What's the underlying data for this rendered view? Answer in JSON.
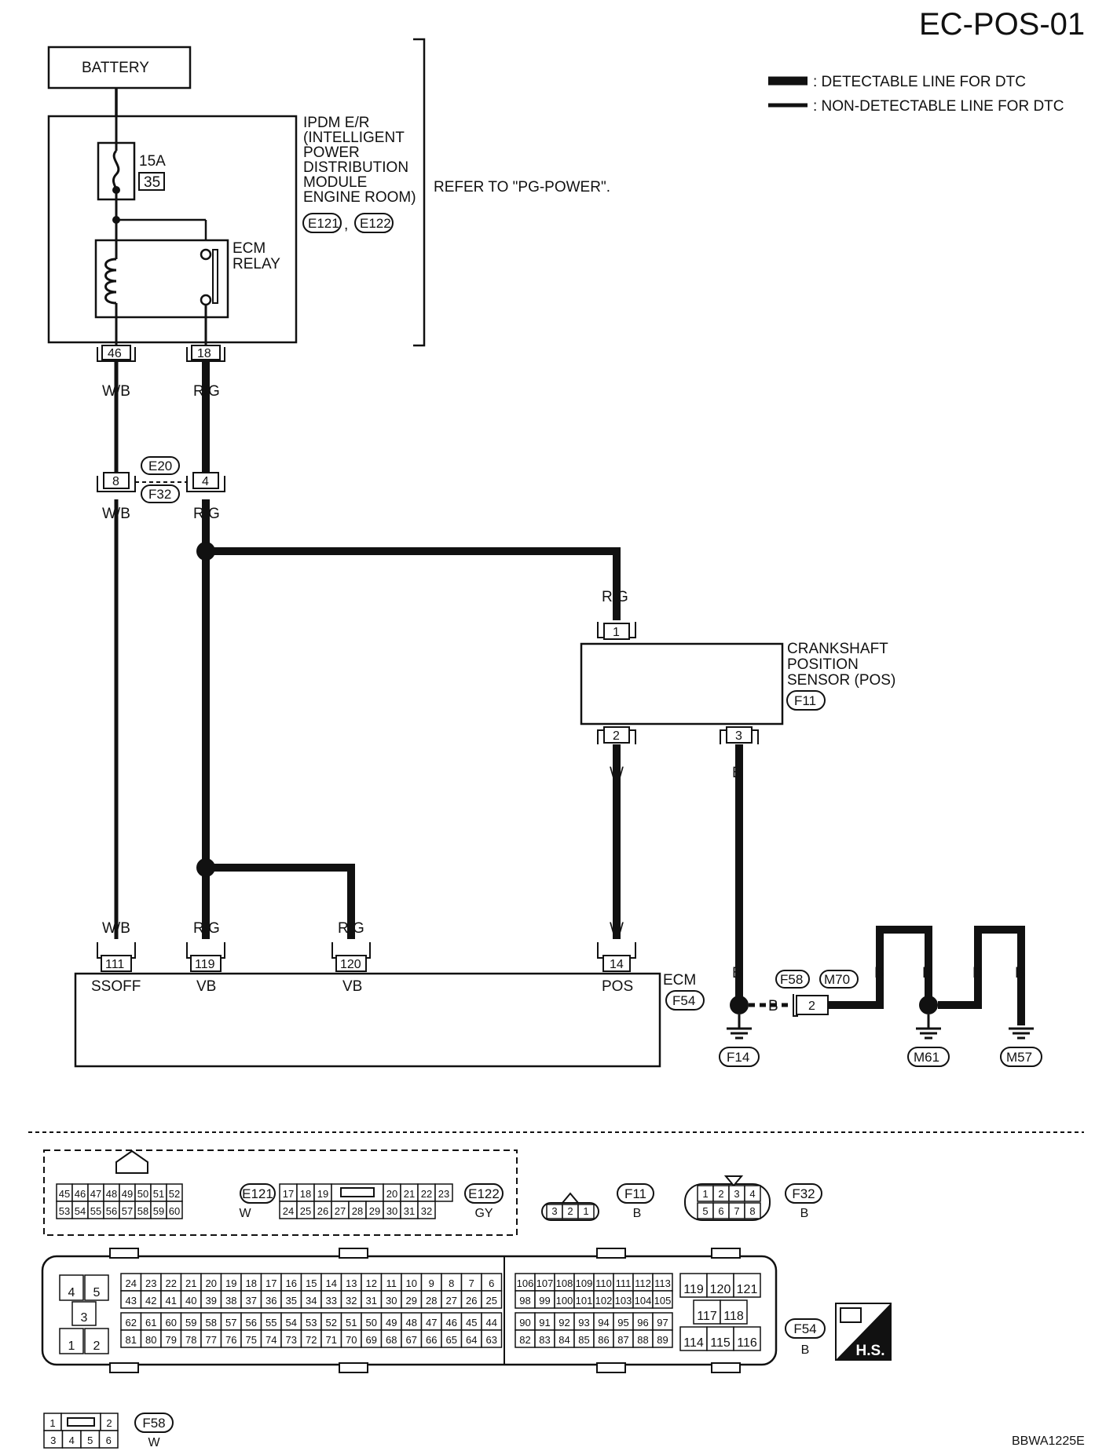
{
  "page_code": "EC-POS-01",
  "legend": {
    "detectable": ": DETECTABLE LINE FOR DTC",
    "non_detectable": ": NON-DETECTABLE LINE FOR DTC"
  },
  "battery": "BATTERY",
  "ipdm": {
    "name_lines": [
      "IPDM E/R",
      "(INTELLIGENT",
      "POWER",
      "DISTRIBUTION",
      "MODULE",
      "ENGINE ROOM)"
    ],
    "connectors": [
      "E121",
      "E122"
    ],
    "separator": ",",
    "fuse_rating": "15A",
    "fuse_number": "35",
    "relay_lines": [
      "ECM",
      "RELAY"
    ],
    "pins": [
      "46",
      "18"
    ]
  },
  "refer_text": "REFER TO \"PG-POWER\".",
  "wires": {
    "wb": "W/B",
    "rg": "R/G",
    "w": "W",
    "b": "B"
  },
  "joint": {
    "pins": [
      "8",
      "4"
    ],
    "connectors": [
      "E20",
      "F32"
    ]
  },
  "sensor": {
    "name_lines": [
      "CRANKSHAFT",
      "POSITION",
      "SENSOR (POS)"
    ],
    "connector": "F11",
    "pins": [
      "1",
      "2",
      "3"
    ]
  },
  "ecm": {
    "name": "ECM",
    "connector": "F54",
    "pins": [
      "111",
      "119",
      "120",
      "14"
    ],
    "terminal_labels": [
      "SSOFF",
      "VB",
      "VB",
      "POS"
    ]
  },
  "ground": {
    "connectors": [
      "F58",
      "M70"
    ],
    "pin": "2",
    "grounds": [
      "F14",
      "M61",
      "M57"
    ]
  },
  "connector_views": {
    "e121": {
      "code": "E121",
      "color": "W",
      "rows": [
        [
          "45",
          "46",
          "47",
          "48",
          "49",
          "50",
          "51",
          "52"
        ],
        [
          "53",
          "54",
          "55",
          "56",
          "57",
          "58",
          "59",
          "60"
        ]
      ]
    },
    "e122": {
      "code": "E122",
      "color": "GY",
      "rows": [
        [
          "17",
          "18",
          "19",
          "20",
          "21",
          "22",
          "23"
        ],
        [
          "24",
          "25",
          "26",
          "27",
          "28",
          "29",
          "30",
          "31",
          "32"
        ]
      ]
    },
    "f11": {
      "code": "F11",
      "color": "B",
      "pins": [
        "3",
        "2",
        "1"
      ]
    },
    "f32": {
      "code": "F32",
      "color": "B",
      "rows": [
        [
          "1",
          "2",
          "3",
          "4"
        ],
        [
          "5",
          "6",
          "7",
          "8"
        ]
      ]
    },
    "f54": {
      "code": "F54",
      "color": "B",
      "left": [
        "4",
        "5",
        "3",
        "1",
        "2"
      ],
      "rows": [
        [
          "24",
          "23",
          "22",
          "21",
          "20",
          "19",
          "18",
          "17",
          "16",
          "15",
          "14",
          "13",
          "12",
          "11",
          "10",
          "9",
          "8",
          "7",
          "6"
        ],
        [
          "43",
          "42",
          "41",
          "40",
          "39",
          "38",
          "37",
          "36",
          "35",
          "34",
          "33",
          "32",
          "31",
          "30",
          "29",
          "28",
          "27",
          "26",
          "25"
        ],
        [
          "62",
          "61",
          "60",
          "59",
          "58",
          "57",
          "56",
          "55",
          "54",
          "53",
          "52",
          "51",
          "50",
          "49",
          "48",
          "47",
          "46",
          "45",
          "44"
        ],
        [
          "81",
          "80",
          "79",
          "78",
          "77",
          "76",
          "75",
          "74",
          "73",
          "72",
          "71",
          "70",
          "69",
          "68",
          "67",
          "66",
          "65",
          "64",
          "63"
        ]
      ],
      "mid_rows": [
        [
          "106",
          "107",
          "108",
          "109",
          "110",
          "111",
          "112",
          "113"
        ],
        [
          "98",
          "99",
          "100",
          "101",
          "102",
          "103",
          "104",
          "105"
        ],
        [
          "90",
          "91",
          "92",
          "93",
          "94",
          "95",
          "96",
          "97"
        ],
        [
          "82",
          "83",
          "84",
          "85",
          "86",
          "87",
          "88",
          "89"
        ]
      ],
      "right": [
        "119",
        "120",
        "121",
        "117",
        "118",
        "114",
        "115",
        "116"
      ]
    },
    "f58": {
      "code": "F58",
      "color": "W",
      "rows": [
        [
          "1",
          "2"
        ],
        [
          "3",
          "4",
          "5",
          "6"
        ]
      ]
    }
  },
  "hs_label": "H.S.",
  "footer_code": "BBWA1225E"
}
